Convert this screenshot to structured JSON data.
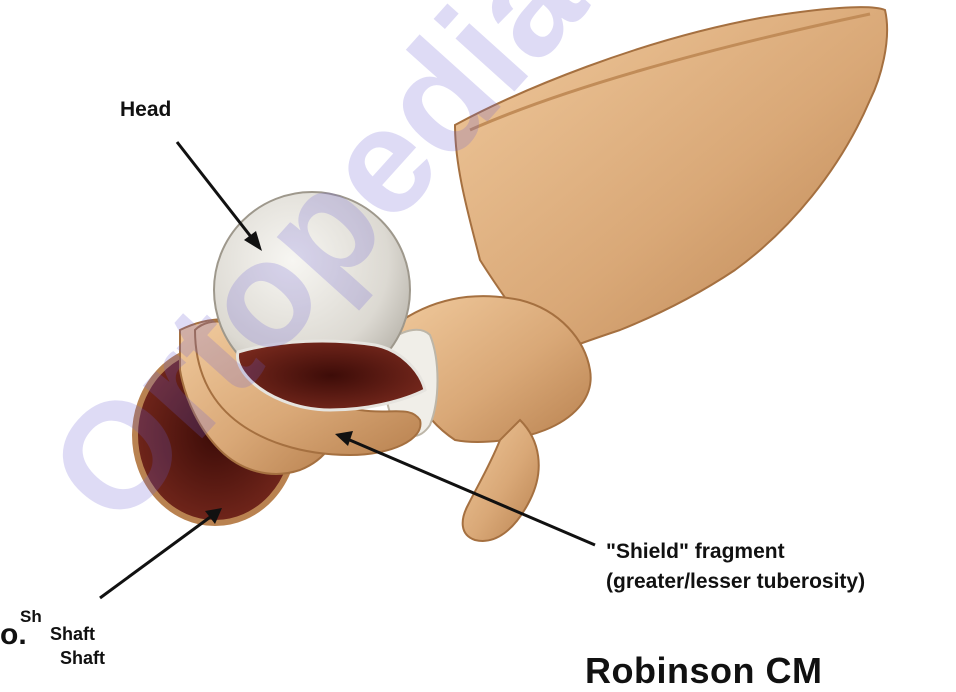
{
  "labels": {
    "head": "Head",
    "shield_line1": "\"Shield\" fragment",
    "shield_line2": "(greater/lesser tuberosity)",
    "shaft_top": "Shaft",
    "shaft_bottom": "Shaft",
    "fragment_prefix": "o.",
    "fragment_super": "Sh",
    "citation": "Robinson CM"
  },
  "watermark": {
    "text": "Ortopedia",
    "color": "#6b5fd6"
  },
  "colors": {
    "bone": "#d9a877",
    "bone_dark": "#b98250",
    "head": "#e6e4df",
    "marrow": "#5a1a14"
  }
}
